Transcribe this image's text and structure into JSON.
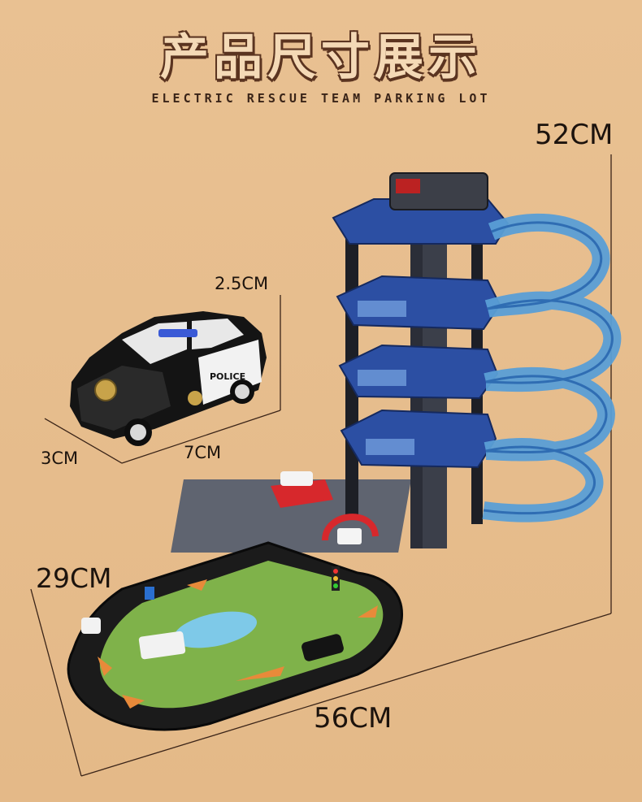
{
  "header": {
    "title": "产品尺寸展示",
    "subtitle": "ELECTRIC RESCUE TEAM PARKING LOT"
  },
  "dimensions": {
    "height_tower": "52CM",
    "car_height": "2.5CM",
    "car_width": "3CM",
    "car_length": "7CM",
    "track_depth": "29CM",
    "track_length": "56CM"
  },
  "labels": {
    "police": "POLICE"
  },
  "colors": {
    "background": "#e6bc8c",
    "tower_blue": "#2c4fa3",
    "ramp_blue": "#5a9fd6",
    "track_black": "#1b1b1b",
    "grass_green": "#7fb24a",
    "water_blue": "#7ec9e8",
    "arrow_orange": "#e88a3a"
  }
}
